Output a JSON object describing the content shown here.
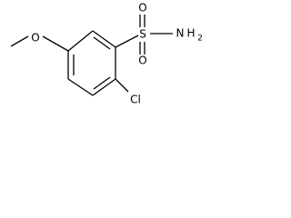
{
  "molecule": {
    "atoms": {
      "oxygen_methoxy": "O",
      "sulfur": "S",
      "oxygen_sulfonyl_top": "O",
      "oxygen_sulfonyl_bottom": "O",
      "amine_N": "N",
      "amine_H": "H",
      "amine_H_count": "2",
      "chlorine": "Cl"
    }
  }
}
